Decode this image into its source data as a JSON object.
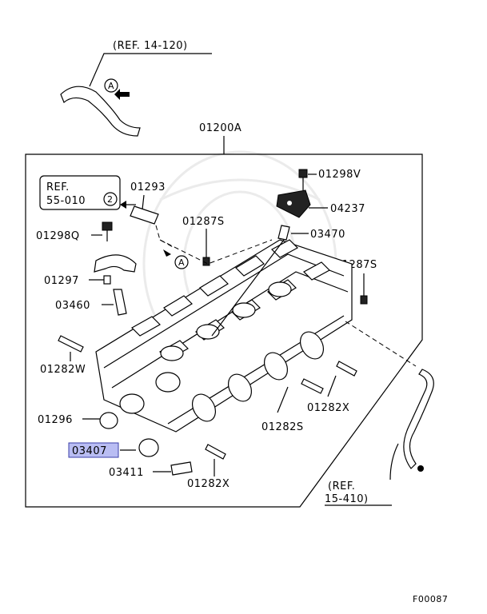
{
  "main_label": "01200A",
  "ref_top": "(REF. 14-120)",
  "ref_left": {
    "line1": "REF.",
    "line2": "55-010",
    "circle": "2"
  },
  "ref_bottom": {
    "line1": "(REF.",
    "line2": "15-410)"
  },
  "circle_a_top": "A",
  "circle_a_mid": "A",
  "parts": {
    "p01298V": "01298V",
    "p04237": "04237",
    "p01293": "01293",
    "p01287S_a": "01287S",
    "p03470": "03470",
    "p01298Q": "01298Q",
    "p01287S_b": "01287S",
    "p01297": "01297",
    "p03460": "03460",
    "p01282W": "01282W",
    "p01282X_a": "01282X",
    "p01282S": "01282S",
    "p01296": "01296",
    "p03407": "03407",
    "p03411": "03411",
    "p01282X_b": "01282X"
  },
  "highlight_color": "#b9bdf3",
  "figure_code": "F00087"
}
